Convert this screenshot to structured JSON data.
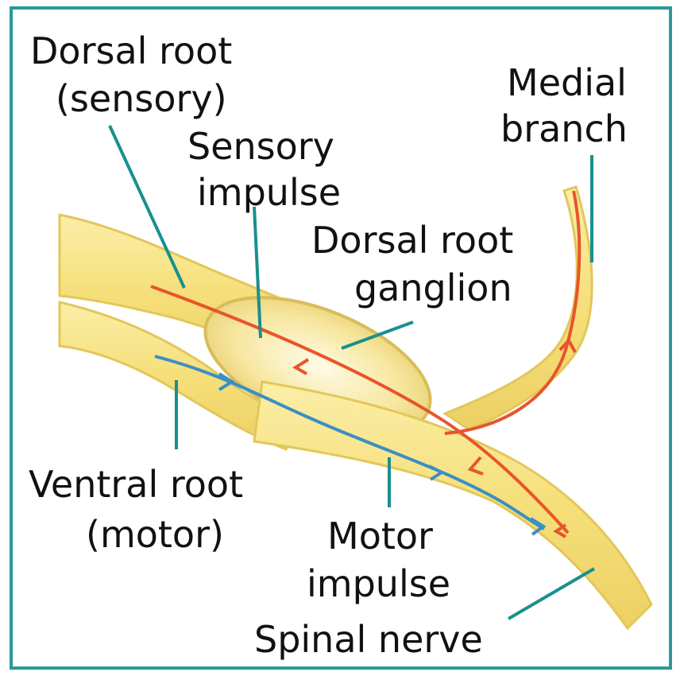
{
  "labels": {
    "dorsal_root_line1": "Dorsal root",
    "dorsal_root_line2": "(sensory)",
    "sensory_impulse_line1": "Sensory",
    "sensory_impulse_line2": "impulse",
    "medial_branch_line1": "Medial",
    "medial_branch_line2": "branch",
    "drg_line1": "Dorsal root",
    "drg_line2": "ganglion",
    "ventral_root_line1": "Ventral root",
    "ventral_root_line2": "(motor)",
    "motor_impulse_line1": "Motor",
    "motor_impulse_line2": "impulse",
    "spinal_nerve": "Spinal nerve"
  },
  "colors": {
    "border": "#2a9a9a",
    "leader_line": "#1a8f8f",
    "nerve_fill": "#f7e48a",
    "nerve_outline": "#e2c75a",
    "sensory_pathway": "#e8552a",
    "motor_pathway": "#3a8fc4",
    "label_text": "#111111"
  }
}
